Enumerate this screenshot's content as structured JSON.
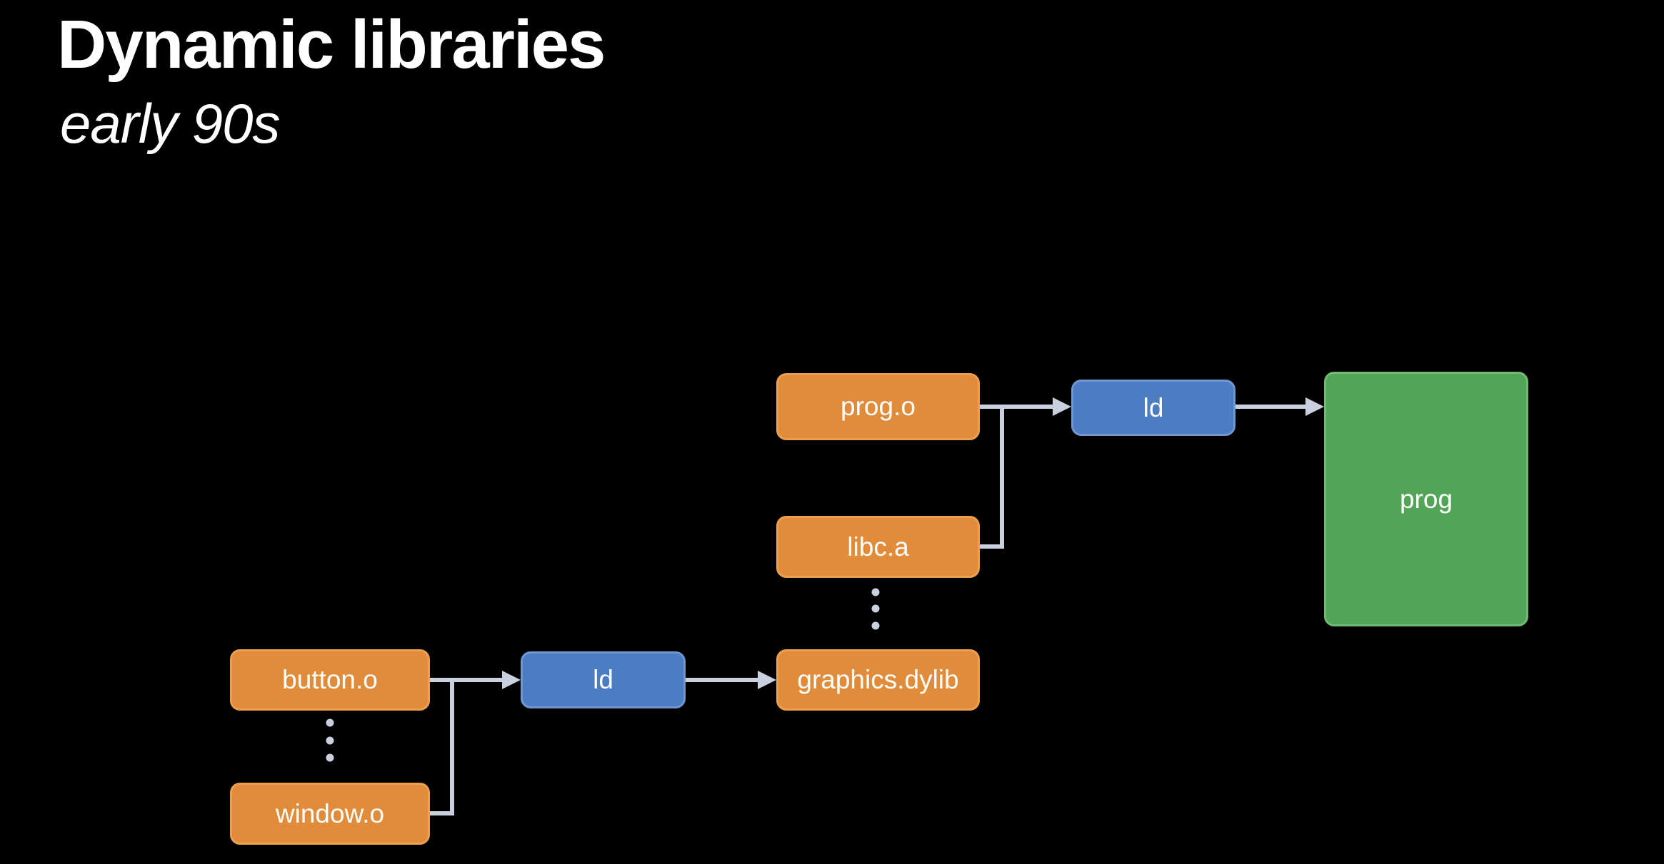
{
  "slide": {
    "title": "Dynamic libraries",
    "subtitle": "early 90s"
  },
  "colors": {
    "background": "#000000",
    "object_file": "#E08C3B",
    "object_file_border": "#ECA04F",
    "tool": "#4C7CC2",
    "tool_border": "#6E97D4",
    "product": "#52A457",
    "product_border": "#71BA74",
    "connector": "#C9D0DE",
    "label_text": "#FFFFFF"
  },
  "diagram": {
    "nodes": [
      {
        "id": "prog-o",
        "label": "prog.o",
        "kind": "object-file"
      },
      {
        "id": "libc-a",
        "label": "libc.a",
        "kind": "static-library"
      },
      {
        "id": "ld-top",
        "label": "ld",
        "kind": "linker"
      },
      {
        "id": "prog",
        "label": "prog",
        "kind": "program"
      },
      {
        "id": "button-o",
        "label": "button.o",
        "kind": "object-file"
      },
      {
        "id": "window-o",
        "label": "window.o",
        "kind": "object-file"
      },
      {
        "id": "ld-bottom",
        "label": "ld",
        "kind": "linker"
      },
      {
        "id": "graphics-dylib",
        "label": "graphics.dylib",
        "kind": "dynamic-library"
      }
    ],
    "edges": [
      {
        "from": "button.o",
        "to": "ld"
      },
      {
        "from": "window.o",
        "to": "ld"
      },
      {
        "from": "ld",
        "to": "graphics.dylib"
      },
      {
        "from": "prog.o",
        "to": "ld"
      },
      {
        "from": "libc.a",
        "to": "ld"
      },
      {
        "from": "ld",
        "to": "prog"
      }
    ],
    "ellipsis_icons": [
      {
        "id": "ellipsis-top",
        "icon": "vertical-ellipsis-icon",
        "between": [
          "libc.a",
          "graphics.dylib"
        ]
      },
      {
        "id": "ellipsis-bottom",
        "icon": "vertical-ellipsis-icon",
        "between": [
          "button.o",
          "window.o"
        ]
      }
    ]
  }
}
